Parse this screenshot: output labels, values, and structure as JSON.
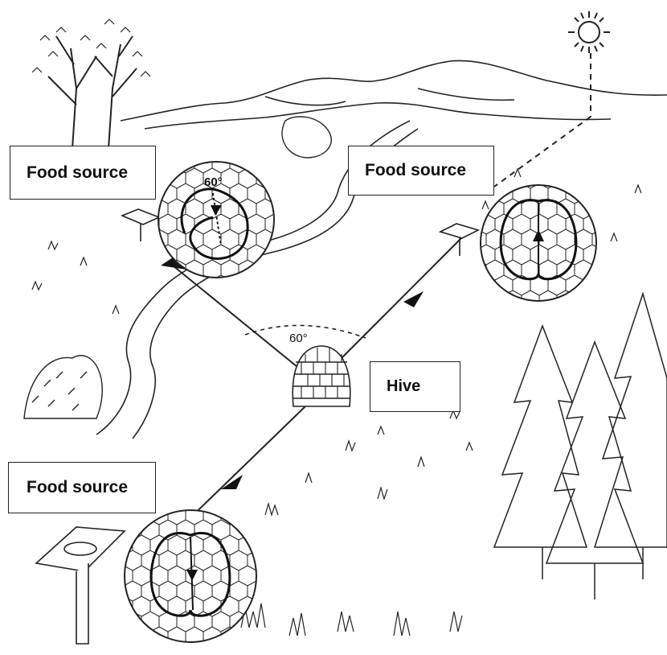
{
  "labels": {
    "food_source_1": "Food source",
    "food_source_2": "Food source",
    "food_source_3": "Food source",
    "hive": "Hive"
  },
  "angles": {
    "field_angle": "60°",
    "dance_angle": "60°"
  },
  "colors": {
    "ink": "#111111",
    "paper": "#ffffff"
  }
}
